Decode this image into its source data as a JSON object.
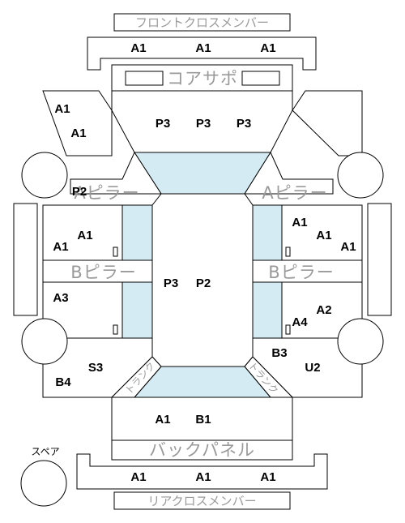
{
  "labels": {
    "front_cross_member": "フロントクロスメンバー",
    "core_support": "コアサポ",
    "a_pillar_left": "Aピラー",
    "a_pillar_right": "Aピラー",
    "b_pillar_left": "Bピラー",
    "b_pillar_right": "Bピラー",
    "trunk_left": "トランク",
    "trunk_right": "トランク",
    "back_panel": "バックパネル",
    "rear_cross_member": "リアクロスメンバー",
    "spare": "スペア"
  },
  "codes": {
    "front_cm_1": "A1",
    "front_cm_2": "A1",
    "front_cm_3": "A1",
    "lf_fender_1": "A1",
    "lf_fender_2": "A1",
    "hood_1": "P3",
    "hood_2": "P3",
    "hood_3": "P3",
    "a_pillar_left": "P2",
    "lf_door_1": "A1",
    "lf_door_2": "A1",
    "rf_door_1": "A1",
    "rf_door_2": "A1",
    "rf_door_3": "A1",
    "roof_1": "P3",
    "roof_2": "P2",
    "lr_door": "A3",
    "rr_door_1": "A2",
    "rr_door_2": "A4",
    "l_quarter_1": "S3",
    "l_quarter_2": "B4",
    "r_quarter_1": "B3",
    "r_quarter_2": "U2",
    "trunk_1": "A1",
    "trunk_2": "B1",
    "rear_cm_1": "A1",
    "rear_cm_2": "A1",
    "rear_cm_3": "A1"
  }
}
